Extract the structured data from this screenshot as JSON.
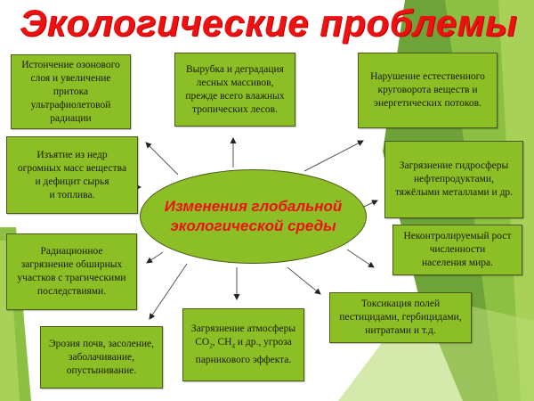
{
  "title": "Экологические проблемы",
  "center": {
    "label": "Изменения глобальной\nэкологической среды"
  },
  "colors": {
    "title": "#ee1111",
    "box_fill": "#8cbf26",
    "box_border": "#4a5a1a",
    "bg_green_dark": "#6ea33a",
    "bg_green_light": "#a9d15a"
  },
  "problems": [
    {
      "id": "ozone",
      "text": "Истончение озонового\nслоя и увеличение\nпритока\nультрафиолетовой\nрадиации"
    },
    {
      "id": "deforestation",
      "text": "Вырубка и деградация\nлесных массивов,\nпрежде всего влажных\nтропических лесов."
    },
    {
      "id": "cycle",
      "text": "Нарушение естественного\nкруговорота веществ и\nэнергетических потоков."
    },
    {
      "id": "extraction",
      "text": "Изъятие из недр\nогромных масс вещества\nи дефицит сырья\nи топлива."
    },
    {
      "id": "hydrosphere",
      "text": "Загрязнение гидросферы\nнефтепродуктами,\nтяжёлыми металлами и др."
    },
    {
      "id": "population",
      "text": "Неконтролируемый рост\nчисленности\nнаселения мира."
    },
    {
      "id": "radiation",
      "text": "Радиационное\nзагрязнение обширных\nучастков с трагическими\nпоследствиями."
    },
    {
      "id": "toxication",
      "text": "Токсикация полей\nпестицидами, гербицидами,\nнитратами и т.д."
    },
    {
      "id": "atmosphere_line1",
      "text": "Загрязнение атмосферы"
    },
    {
      "id": "erosion",
      "text": "Эрозия почв, засоление,\nзаболачивание,\nопустынивание."
    }
  ],
  "atmosphere": {
    "line1": "Загрязнение атмосферы",
    "co": "CO",
    "co_sub": "2",
    "sep": ", CH",
    "ch_sub": "4",
    "rest": " и др., угроза",
    "line3": "парникового эффекта."
  }
}
